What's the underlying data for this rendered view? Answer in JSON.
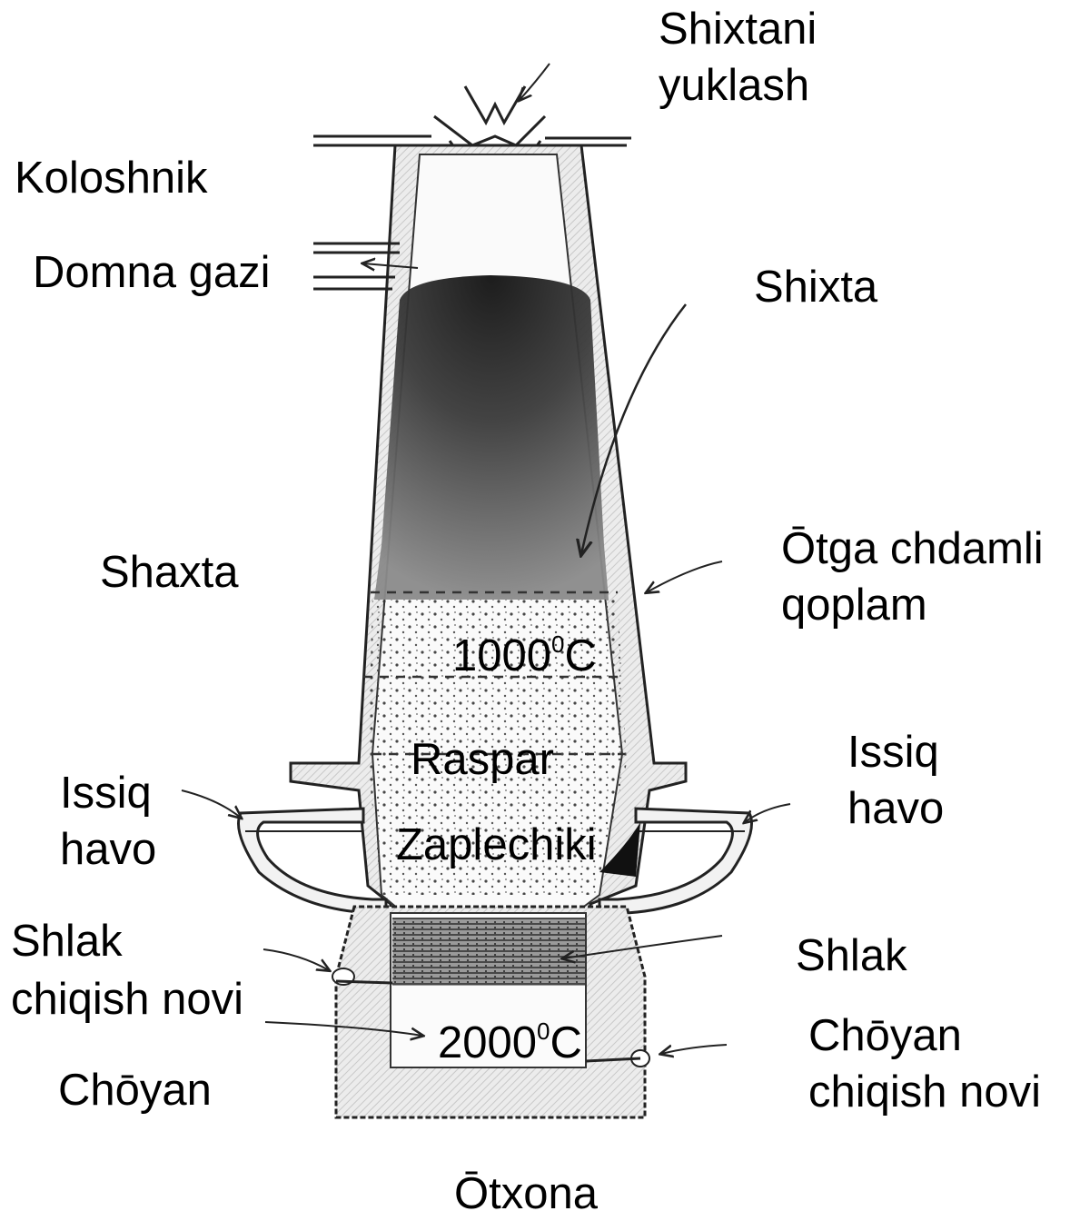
{
  "labels": {
    "shixtani_yuklash_1": "Shixtani",
    "shixtani_yuklash_2": "yuklash",
    "koloshnik": "Koloshnik",
    "domna_gazi": "Domna gazi",
    "shixta": "Shixta",
    "shaxta": "Shaxta",
    "otga_1": "Ōtga chdamli",
    "otga_2": "qoplam",
    "temp1_num": "1000",
    "temp1_sup": "0",
    "temp1_unit": "C",
    "raspar": "Raspar",
    "issiq_right_1": "Issiq",
    "issiq_right_2": "havo",
    "issiq_left_1": "Issiq",
    "issiq_left_2": "havo",
    "zaplechiki": "Zaplechiki",
    "shlak_novi_1": "Shlak",
    "shlak_novi_2": "chiqish novi",
    "shlak": "Shlak",
    "temp2_num": "2000",
    "temp2_sup": "0",
    "temp2_unit": "C",
    "choyan_novi_1": "Chōyan",
    "choyan_novi_2": "chiqish novi",
    "choyan": "Chōyan",
    "otxona": "Ōtxona"
  },
  "colors": {
    "ink": "#1a1a1a",
    "lining": "#e4e4e4",
    "background": "#ffffff"
  }
}
